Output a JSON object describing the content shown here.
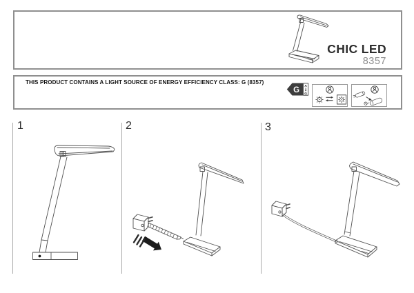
{
  "header": {
    "product_name": "CHIC LED",
    "model": "8357"
  },
  "energy_notice": {
    "text": "THIS PRODUCT CONTAINS A LIGHT SOURCE OF ENERGY EFFICIENCY CLASS: G (8357)",
    "label": {
      "class_letter": "G",
      "scale_top": "A",
      "scale_bottom": "G"
    }
  },
  "steps": [
    {
      "number": "1"
    },
    {
      "number": "2"
    },
    {
      "number": "3"
    }
  ],
  "icons": {
    "energy_label": "energy-class-arrow-icon",
    "pictogram_replace": "user-replaceable-light-source-icon",
    "pictogram_professional": "light-source-replaced-by-professional-icon"
  },
  "colors": {
    "box_border": "#8f8f8f",
    "line_art": "#4f4f4f",
    "energy_arrow_fill": "#3d3d3d",
    "model_text": "#8d8d8d"
  }
}
